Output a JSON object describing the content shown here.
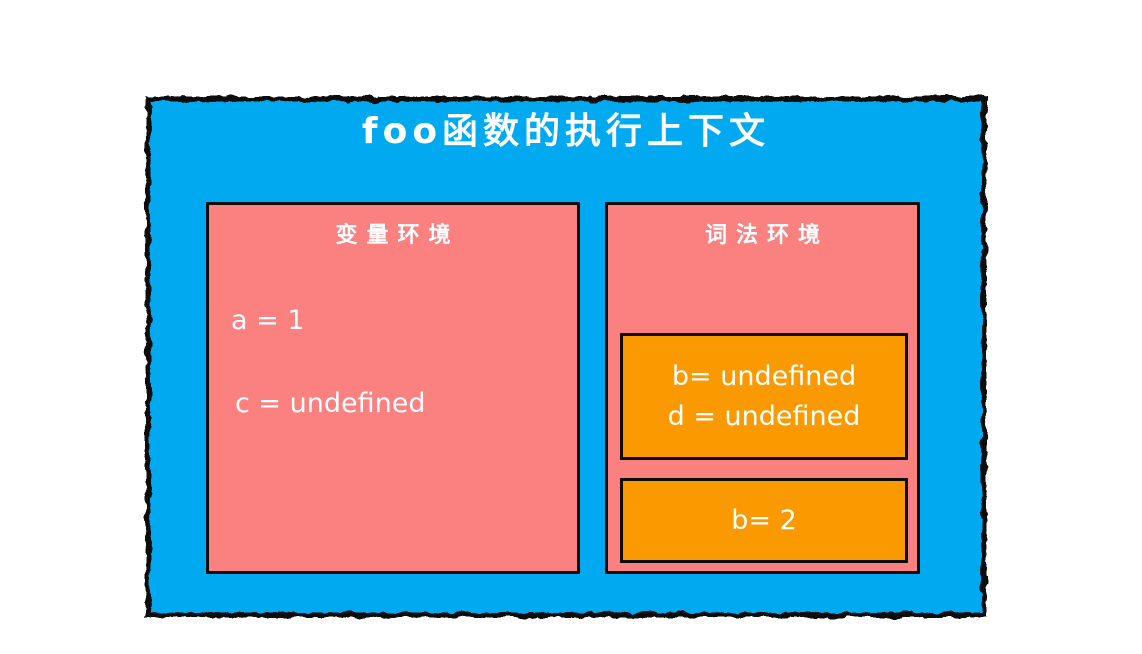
{
  "diagram": {
    "title": "foo函数的执行上下文",
    "variable_env": {
      "label": "变量环境",
      "entries": [
        "a = 1",
        "c = undefined"
      ]
    },
    "lexical_env": {
      "label": "词法环境",
      "blocks": [
        {
          "lines": [
            "b= undefined",
            "d = undefined"
          ]
        },
        {
          "lines": [
            "b= 2"
          ]
        }
      ]
    },
    "colors": {
      "outer_fill": "#00A9F0",
      "env_fill": "#FB8080",
      "block_fill": "#FB9900",
      "border": "#0d0d0d",
      "text": "#FFFFFF"
    }
  }
}
